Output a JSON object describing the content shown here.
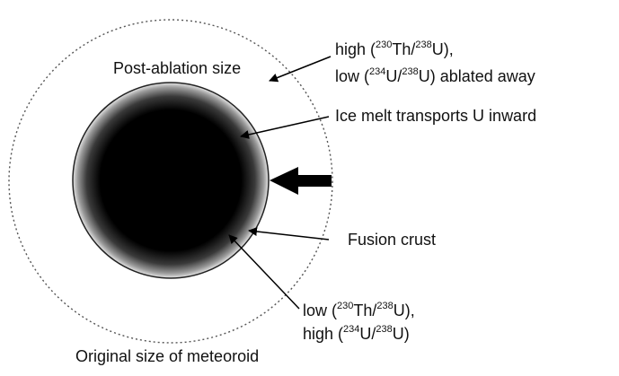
{
  "diagram": {
    "labels": {
      "post_ablation": "Post-ablation size",
      "ablated_line1": {
        "pre": "high (",
        "sup1": "230",
        "mid1": "Th/",
        "sup2": "238",
        "post": "U),"
      },
      "ablated_line2": {
        "pre": "low (",
        "sup1": "234",
        "mid1": "U/",
        "sup2": "238",
        "post": "U) ablated away"
      },
      "ice_melt": "Ice melt transports U inward",
      "fusion_crust": "Fusion crust",
      "interior_line1": {
        "pre": "low (",
        "sup1": "230",
        "mid1": "Th/",
        "sup2": "238",
        "post": "U),"
      },
      "interior_line2": {
        "pre": "high (",
        "sup1": "234",
        "mid1": "U/",
        "sup2": "238",
        "post": "U)"
      },
      "original_size": "Original size of meteoroid"
    },
    "colors": {
      "core": "#000000",
      "outline": "#222222",
      "dotted_circle": "#555555",
      "arrow": "#000000"
    }
  }
}
